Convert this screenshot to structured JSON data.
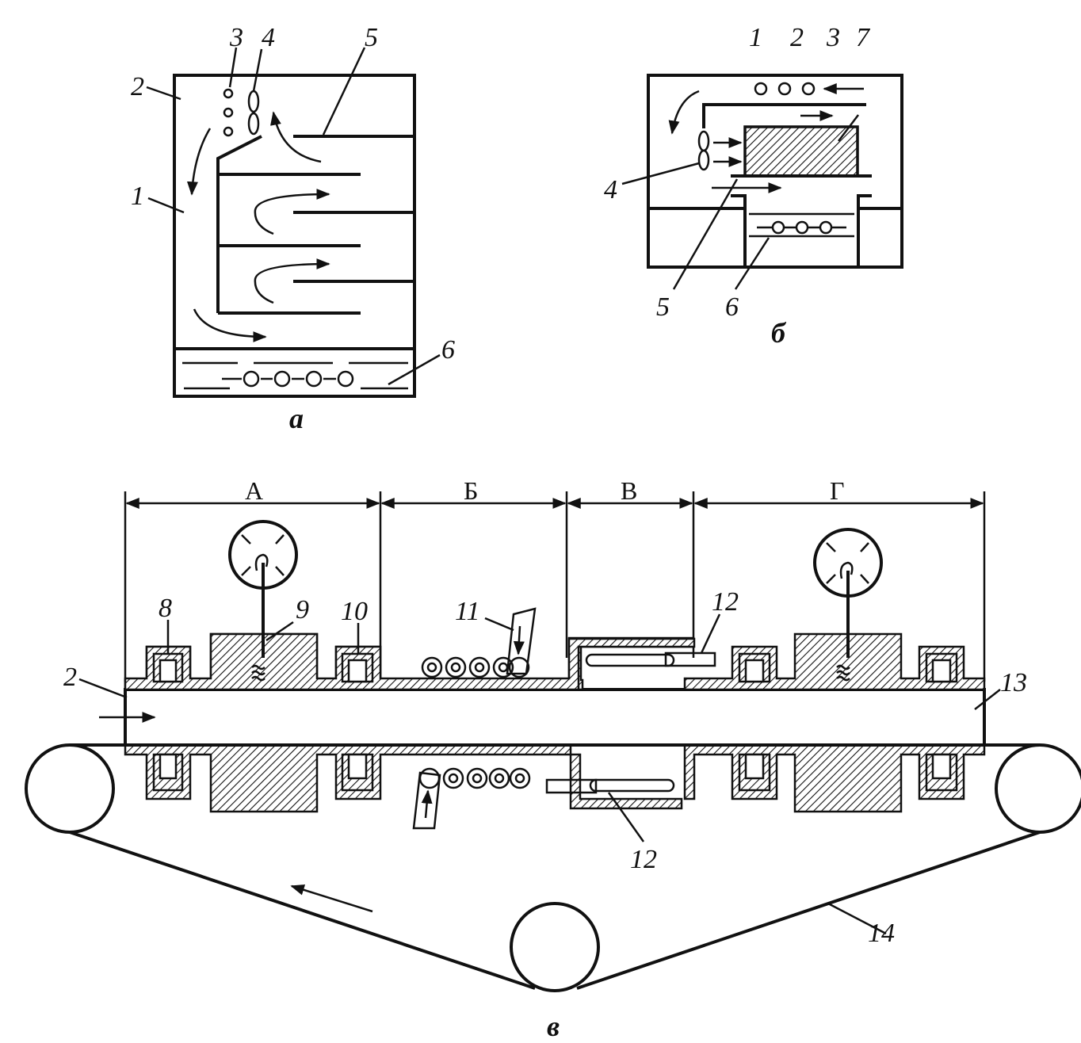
{
  "panel_a": {
    "caption": "а",
    "labels": [
      "1",
      "2",
      "3",
      "4",
      "5",
      "6"
    ]
  },
  "panel_b": {
    "caption": "б",
    "labels": [
      "1",
      "2",
      "3",
      "4",
      "5",
      "6",
      "7"
    ]
  },
  "panel_v": {
    "caption": "в",
    "sections": [
      "А",
      "Б",
      "В",
      "Г"
    ],
    "labels": [
      "2",
      "8",
      "9",
      "10",
      "11",
      "12",
      "12",
      "13",
      "14"
    ]
  }
}
